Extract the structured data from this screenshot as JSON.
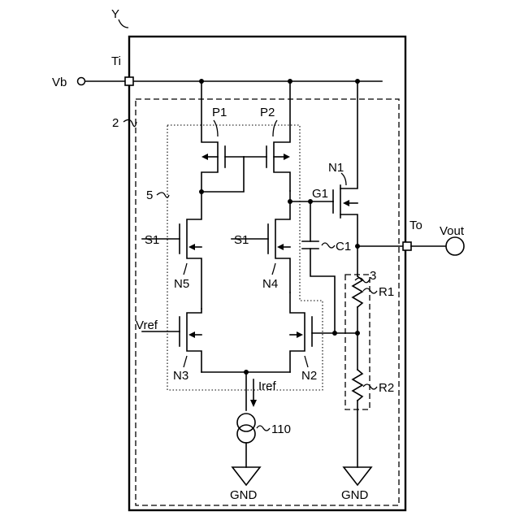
{
  "labels": {
    "Y": "Y",
    "Ti": "Ti",
    "Vb": "Vb",
    "ref2": "2",
    "P1": "P1",
    "P2": "P2",
    "N1": "N1",
    "ref5": "5",
    "G1": "G1",
    "To": "To",
    "Vout": "Vout",
    "S1_left": "S1",
    "S1_right": "S1",
    "C1": "C1",
    "ref3": "3",
    "N5": "N5",
    "N4": "N4",
    "R1": "R1",
    "Vref": "Vref",
    "N3": "N3",
    "N2": "N2",
    "Iref": "Iref",
    "R2": "R2",
    "ref110": "110",
    "GND_left": "GND",
    "GND_right": "GND"
  }
}
